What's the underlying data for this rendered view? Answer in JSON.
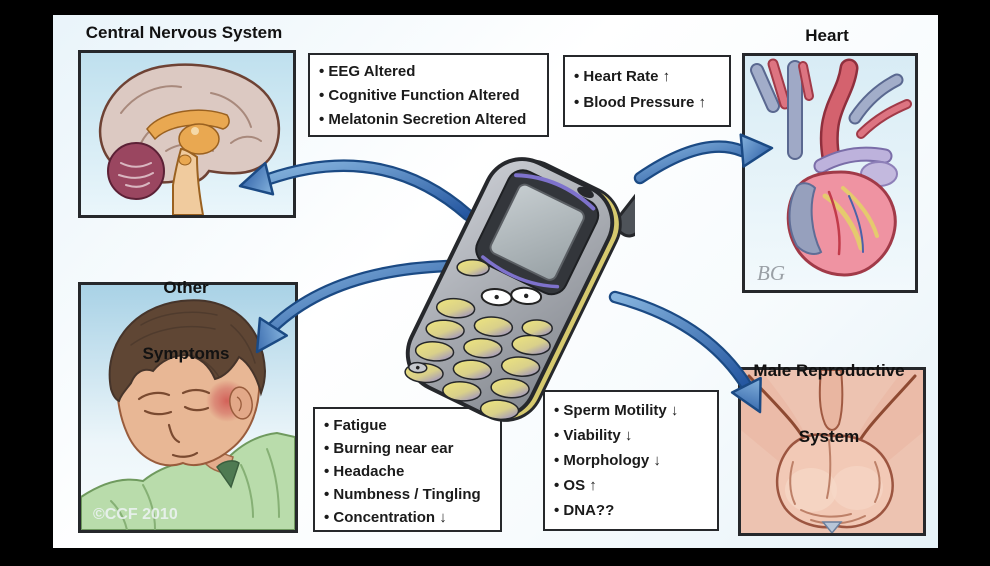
{
  "diagram": {
    "cns": {
      "title": "Central Nervous System",
      "effects": [
        "EEG Altered",
        "Cognitive Function Altered",
        "Melatonin Secretion Altered"
      ]
    },
    "heart": {
      "title": "Heart",
      "effects": [
        "Heart Rate ↑",
        "Blood Pressure ↑"
      ],
      "artist_signature": "BG"
    },
    "other": {
      "title": [
        "Other",
        "Symptoms"
      ],
      "effects": [
        "Fatigue",
        "Burning near ear",
        "Headache",
        "Numbness / Tingling",
        "Concentration ↓"
      ],
      "watermark": "©CCF 2010"
    },
    "male": {
      "title": [
        "Male Reproductive",
        "System"
      ],
      "effects": [
        "Sperm Motility ↓",
        "Viability ↓",
        "Morphology ↓",
        "OS ↑",
        "DNA??"
      ]
    },
    "colors": {
      "arrow_blue": "#2f6cb3",
      "arrow_outline": "#1b4a84",
      "box_border": "#26282b",
      "illustration_background": "#cfe7f2",
      "letterbox": "#000000"
    }
  }
}
